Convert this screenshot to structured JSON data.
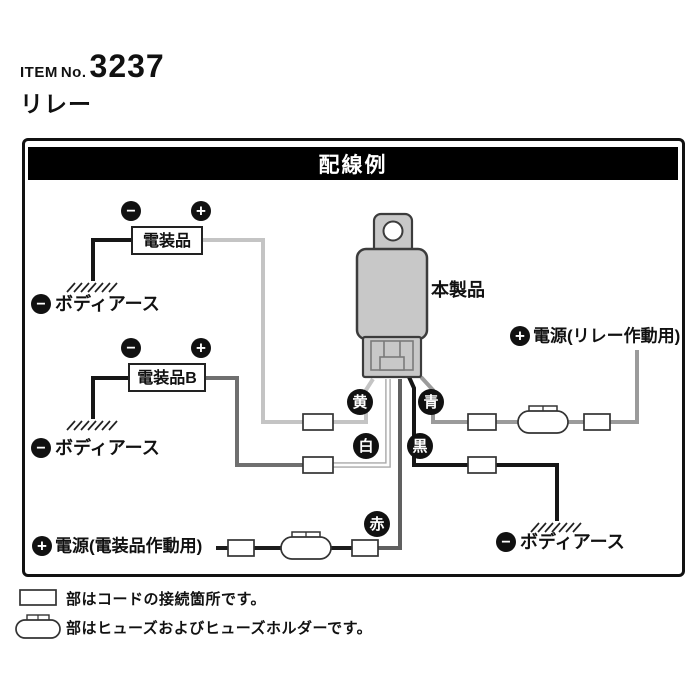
{
  "header": {
    "item_label": "ITEM",
    "no_label": "No.",
    "item_number": "3237",
    "product_name": "リレー"
  },
  "diagram": {
    "title": "配線例",
    "relay_label": "本製品",
    "device1_label": "電装品",
    "device2_label": "電装品B",
    "ground_label": "ボディアース",
    "power_relay_label": "電源(リレー作動用)",
    "power_device_label": "電源(電装品作動用)",
    "wire_labels": {
      "yellow": "黄",
      "blue": "青",
      "white": "白",
      "black": "黒",
      "red": "赤"
    },
    "terminal": {
      "minus": "−",
      "plus": "+"
    }
  },
  "legend": {
    "connector_note": "部はコードの接続箇所です。",
    "fuse_note": "部はヒューズおよびヒューズホルダーです。"
  },
  "colors": {
    "ink": "#111111",
    "title_bar_bg": "#000000",
    "title_text": "#ffffff",
    "relay_body": "#c8c8c8",
    "wire_black": "#161616",
    "wire_yellow": "#c4c4c4",
    "wire_blue": "#9b9b9b",
    "wire_white_core": "#fdfdfd",
    "wire_white_edge": "#a8a8a8",
    "wire_red": "#606060",
    "wire_deviceB": "#6f6f6f",
    "wire_power": "#1c1c1c"
  }
}
